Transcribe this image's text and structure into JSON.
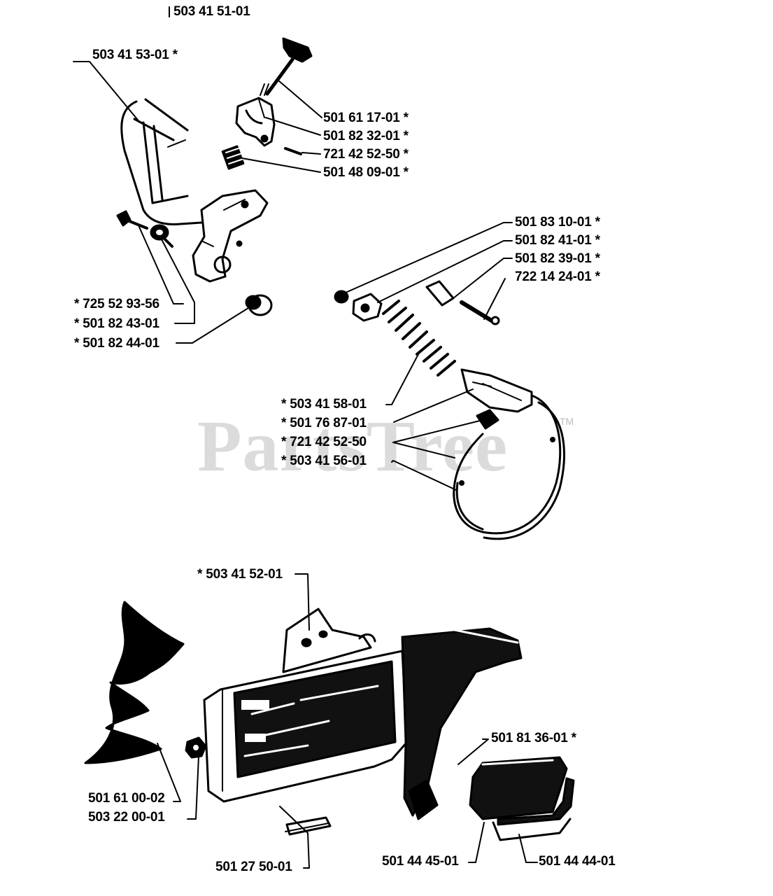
{
  "watermark": {
    "text": "PartsTree",
    "tm": "TM"
  },
  "labels": {
    "assembly": "503 41 51-01",
    "handguard": "503 41 53-01  *",
    "p_501_61_17": "501 61 17-01  *",
    "p_501_82_32": "501 82 32-01  *",
    "p_721_42_52_top": "721 42 52-50  *",
    "p_501_48_09": "501 48 09-01  *",
    "p_725_52_93": "*  725 52 93-56",
    "p_501_82_43": "*  501 82 43-01",
    "p_501_82_44": "*  501 82 44-01",
    "p_501_83_10": "501 83 10-01  *",
    "p_501_82_41": "501 82 41-01  *",
    "p_501_82_39": "501 82 39-01  *",
    "p_722_14_24": "722 14 24-01  *",
    "p_503_41_58": "*  503 41 58-01",
    "p_501_76_87": "*  501 76 87-01",
    "p_721_42_52_mid": "*  721 42 52-50",
    "p_503_41_56": "*  503 41 56-01",
    "p_503_41_52": "*  503 41 52-01",
    "p_501_81_36": "501 81 36-01  *",
    "p_501_61_00": "501 61 00-02",
    "p_503_22_00": "503 22 00-01",
    "p_501_27_50": "501 27 50-01",
    "p_501_44_45": "501 44 45-01",
    "p_501_44_44": "501 44 44-01"
  }
}
